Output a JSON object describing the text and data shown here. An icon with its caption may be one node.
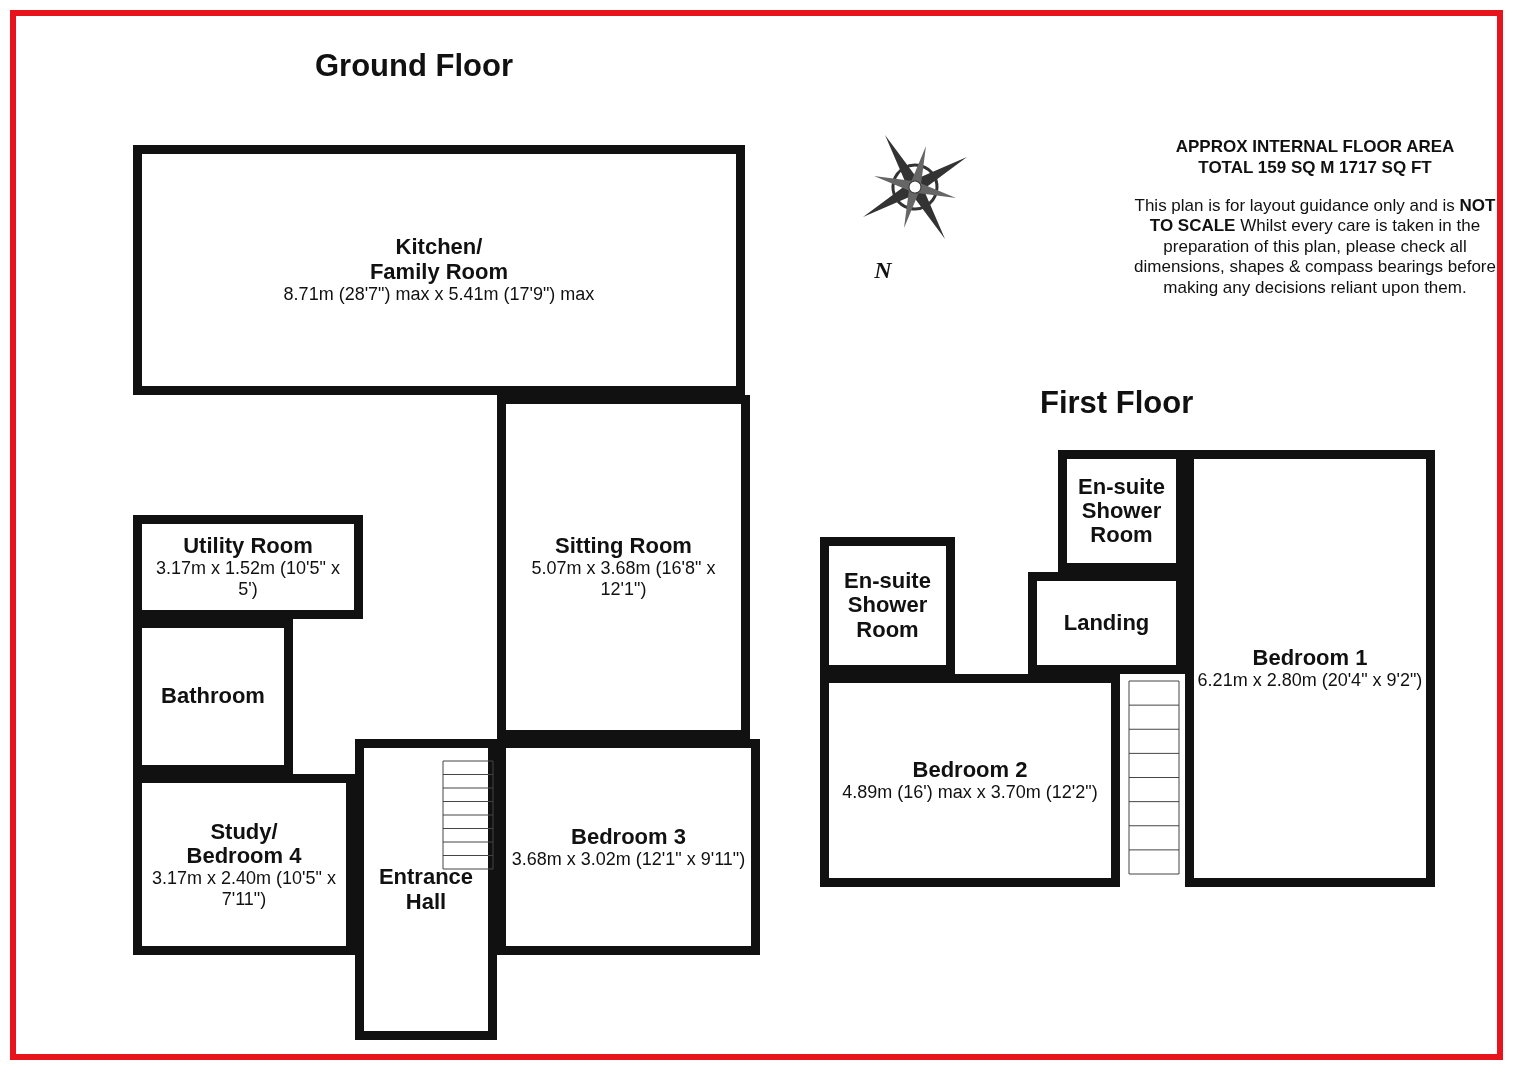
{
  "diagram": {
    "nodes": [
      {
        "text": [
          "Ground Floor"
        ]
      },
      {
        "text": [
          "Kitchen/ Family Room",
          "8.71m (28'7\") max x 5.41m (17'9\") max"
        ],
        "in": 0
      },
      {
        "text": [
          "Utility Room",
          "3.17m x 1.52m (10'5\" x 5')"
        ],
        "in": 0
      },
      {
        "text": [
          "Sitting Room",
          "5.07m x 3.68m (16'8\" x 12'1\")"
        ],
        "in": 0
      },
      {
        "text": [
          "Bathroom"
        ],
        "in": 0
      },
      {
        "text": [
          "Study/ Bedroom 4",
          "3.17m x 2.40m (10'5\" x 7'11\")"
        ],
        "in": 0
      },
      {
        "text": [
          "Entrance Hall"
        ],
        "in": 0
      },
      {
        "text": [
          "Bedroom 3",
          "3.68m x 3.02m (12'1\" x 9'11\")"
        ],
        "in": 0
      },
      {
        "text": [
          "First Floor"
        ]
      },
      {
        "text": [
          "En-suite Shower Room"
        ],
        "in": 8
      },
      {
        "text": [
          "En-suite Shower Room"
        ],
        "in": 8
      },
      {
        "text": [
          "Landing"
        ],
        "in": 8
      },
      {
        "text": [
          "Bedroom 1",
          "6.21m x 2.80m (20'4\" x 9'2\")"
        ],
        "in": 8
      },
      {
        "text": [
          "Bedroom 2",
          "4.89m (16') max x 3.70m (12'2\")"
        ],
        "in": 8
      }
    ],
    "labels": [
      "APPROX INTERNAL FLOOR AREA",
      "TOTAL 159 SQ M 1717 SQ FT",
      "This plan is for layout guidance only and is **NOT TO SCALE** Whilst every care is taken in the preparation of this plan, please check all dimensions, shapes & compass bearings before making any decisions reliant upon them.",
      "N"
    ]
  }
}
